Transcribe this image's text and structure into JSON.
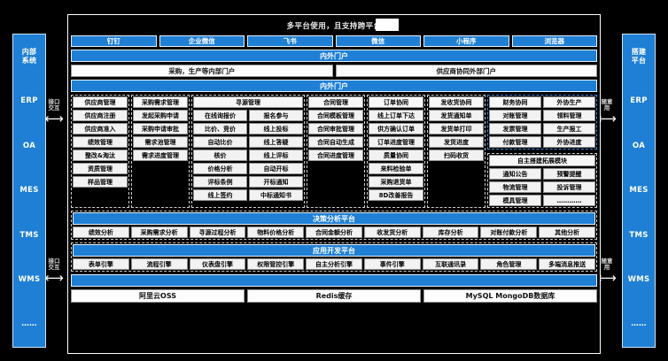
{
  "title": "多平台使用，且支持跨平台",
  "colors": {
    "accent": "#1E7FD4",
    "cell": "#f2f2f2",
    "bg": "#000000"
  },
  "platforms": [
    "钉钉",
    "企业微信",
    "飞书",
    "微信",
    "小程序",
    "浏览器"
  ],
  "portal_banner_1": "内外门户",
  "portal_split": [
    "采购，生产等内部门户",
    "供应商协同外部门户"
  ],
  "portal_banner_2": "内外门户",
  "left_sidebar": {
    "head": "内部\n系统",
    "items": [
      "内部系统",
      "ERP",
      "OA",
      "MES",
      "TMS",
      "WMS",
      "……"
    ]
  },
  "right_sidebar": {
    "items": [
      "搭建平台",
      "ERP",
      "OA",
      "MES",
      "TMS",
      "WMS",
      "……"
    ]
  },
  "connectors": {
    "left_top": "接口\n交互",
    "left_bottom": "接口\n交互",
    "right_top": "随意\n用",
    "right_bottom": "随意\n用",
    "arrow": "⟷"
  },
  "modules": [
    {
      "header": "供应商管理",
      "span": 1,
      "cols": [
        [
          "供应商注册",
          "供应商准入",
          "绩效管理",
          "整改&淘汰",
          "资质管理",
          "样品管理"
        ]
      ]
    },
    {
      "header": "采购需求管理",
      "span": 1,
      "cols": [
        [
          "发起采购申请",
          "采购申请审批",
          "需求池管理",
          "需求进度管理"
        ]
      ]
    },
    {
      "header": "寻源管理",
      "span": 2,
      "cols": [
        [
          "在线询报价",
          "比价、竞价",
          "自动比价",
          "核价",
          "价格分析",
          "评标条例",
          "线上签约"
        ],
        [
          "报名参与",
          "线上投标",
          "线上答疑",
          "线上评标",
          "自动开标",
          "开标通知",
          "中标通知书"
        ]
      ]
    },
    {
      "header": "合同管理",
      "span": 1,
      "cols": [
        [
          "合同模板管理",
          "合同审批管理",
          "合同自动生成",
          "合同进度管理"
        ]
      ]
    },
    {
      "header": "订单协同",
      "span": 1,
      "cols": [
        [
          "线上订单下达",
          "供方确认订单",
          "订单进度管理",
          "质量协同",
          "来料检验单",
          "采购退货单",
          "8D改善报告"
        ]
      ]
    },
    {
      "header": "发收货协同",
      "span": 1,
      "cols": [
        [
          "发货通知单",
          "发货单打印",
          "发货进度",
          "扫码收货"
        ]
      ]
    }
  ],
  "finance_group": {
    "headers": [
      "财务协同",
      "外协生产"
    ],
    "cols": [
      [
        "对账管理",
        "发票管理",
        "付款管理"
      ],
      [
        "领料管理",
        "生产报工",
        "外协进度"
      ]
    ]
  },
  "expand_group": {
    "header": "自主搭建拓展模块",
    "cols": [
      [
        "通知公告",
        "物流管理",
        "模具管理"
      ],
      [
        "预警提醒",
        "投诉管理",
        "…………"
      ]
    ]
  },
  "decision": {
    "title": "决策分析平台",
    "items": [
      "绩效分析",
      "采购需求分析",
      "寻源过程分析",
      "物料价格分析",
      "合同金额分析",
      "收发货分析",
      "库存分析",
      "对账付款分析",
      "其他分析"
    ]
  },
  "devplatform": {
    "title": "应用开发平台",
    "items": [
      "表单引擎",
      "流程引擎",
      "仪表盘引擎",
      "权限管控引擎",
      "自主分析引擎",
      "事件引擎",
      "互联通讯录",
      "角色管理",
      "多端消息推送"
    ]
  },
  "infra_banner": "",
  "infra": [
    "阿里云OSS",
    "Redis缓存",
    "MySQL MongoDB数据库"
  ]
}
